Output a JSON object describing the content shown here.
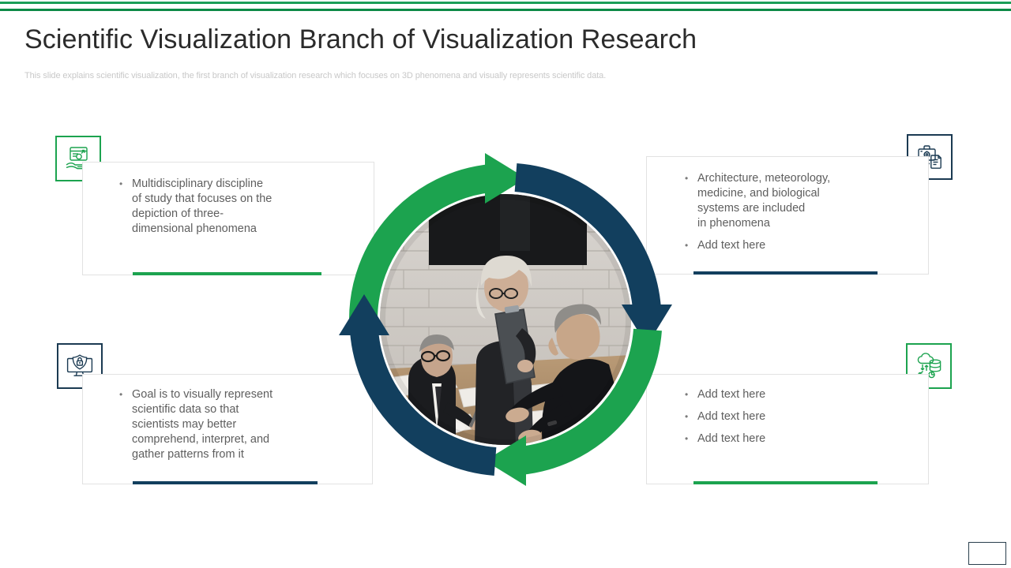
{
  "theme": {
    "green": "#1ca34f",
    "green_dark": "#0d8a46",
    "navy": "#123f5e",
    "navy_icon": "#1b3a52",
    "text_gray": "#5e5e5e",
    "title_gray": "#2b2b2b",
    "subtitle_gray": "#c8c8c8",
    "panel_border": "#e2e2e2"
  },
  "header": {
    "title": "Scientific Visualization Branch of Visualization Research",
    "subtitle": "This slide explains scientific visualization, the first branch of visualization research which focuses on 3D phenomena and visually represents scientific data."
  },
  "panels": {
    "top_left": {
      "icon": "hand-holding-document-icon",
      "accent_color": "green",
      "bullets": [
        "Multidisciplinary  discipline\nof study that  focuses on the\ndepiction of three-\ndimensional phenomena"
      ]
    },
    "top_right": {
      "icon": "briefcase-settings-document-icon",
      "accent_color": "navy",
      "bullets": [
        "Architecture,  meteorology,\nmedicine, and biological\nsystems  are included\nin phenomena",
        "Add text  here"
      ]
    },
    "bottom_left": {
      "icon": "monitor-shield-lock-icon",
      "accent_color": "navy",
      "bullets": [
        "Goal is to visually  represent\nscientific data so that\nscientists may  better\ncomprehend,  interpret,  and\ngather  patterns from it"
      ]
    },
    "bottom_right": {
      "icon": "cloud-database-icon",
      "accent_color": "green",
      "bullets": [
        "Add text  here",
        "Add text  here",
        "Add text  here"
      ]
    }
  },
  "cycle_diagram": {
    "type": "circular-process",
    "center_image": "business-team-meeting-photo",
    "segments": [
      {
        "position": "top-left",
        "color": "#1ca34f",
        "direction": "clockwise"
      },
      {
        "position": "top-right",
        "color": "#123f5e",
        "direction": "clockwise"
      },
      {
        "position": "bottom-right",
        "color": "#1ca34f",
        "direction": "clockwise"
      },
      {
        "position": "bottom-left",
        "color": "#123f5e",
        "direction": "clockwise"
      }
    ]
  }
}
